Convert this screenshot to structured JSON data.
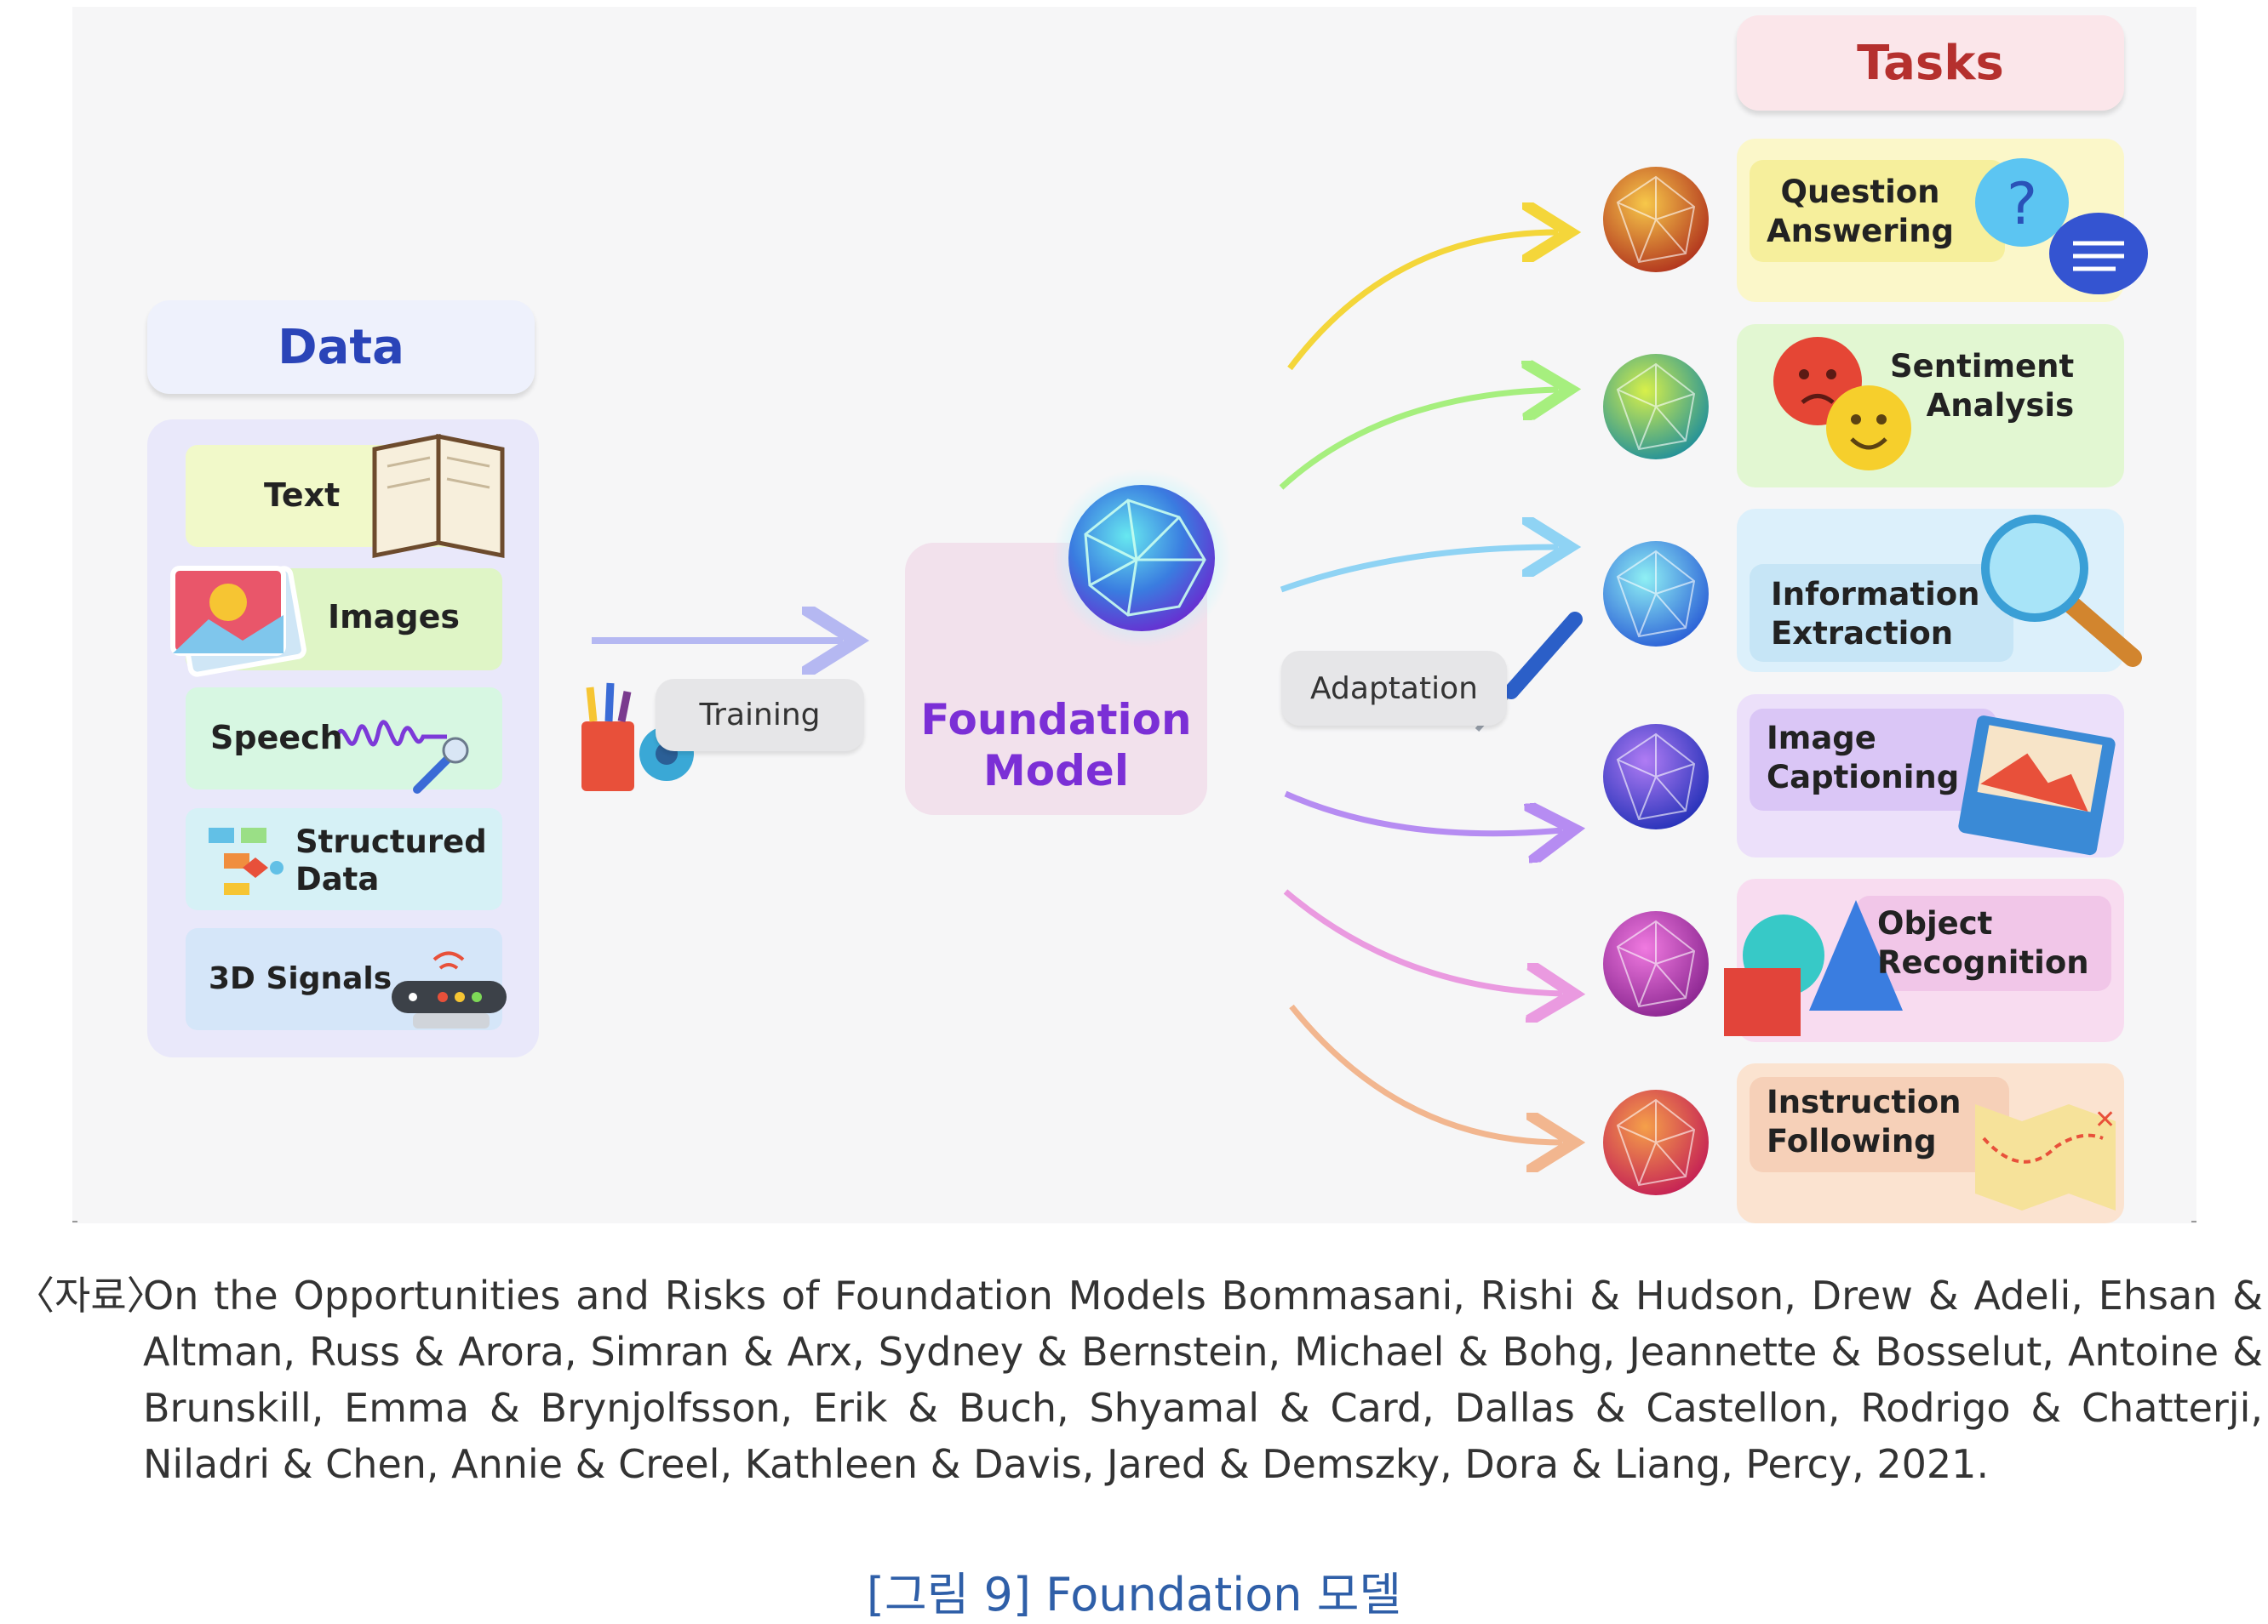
{
  "data_panel": {
    "header": "Data",
    "items": [
      "Text",
      "Images",
      "Speech",
      "Structured\nData",
      "3D Signals"
    ]
  },
  "training_label": "Training",
  "foundation_model_label": "Foundation\nModel",
  "adaptation_label": "Adaptation",
  "tasks_panel": {
    "header": "Tasks",
    "items": [
      "Question\nAnswering",
      "Sentiment\nAnalysis",
      "Information\nExtraction",
      "Image\nCaptioning",
      "Object\nRecognition",
      "Instruction\nFollowing"
    ]
  },
  "caption": {
    "source_tag": "〈자료〉",
    "source_text": "On the Opportunities and Risks of Foundation Models Bommasani, Rishi & Hudson, Drew & Adeli, Ehsan & Altman, Russ & Arora, Simran & Arx, Sydney & Bernstein, Michael & Bohg, Jeannette & Bosselut, Antoine & Brunskill, Emma & Brynjolfsson, Erik & Buch, Shyamal & Card, Dallas & Castellon, Rodrigo & Chatterji, Niladri & Chen, Annie & Creel, Kathleen & Davis, Jared & Demszky, Dora & Liang, Percy, 2021.",
    "figure_title": "[그림 9] Foundation 모델"
  },
  "colors": {
    "data_header_text": "#2a44b8",
    "tasks_header_text": "#b5302e",
    "foundation_text": "#7b2fd6",
    "arrows": [
      "#f4d63a",
      "#a6ef7e",
      "#8fd3f4",
      "#b68cf2",
      "#ea9ae0",
      "#f2b68f"
    ]
  }
}
